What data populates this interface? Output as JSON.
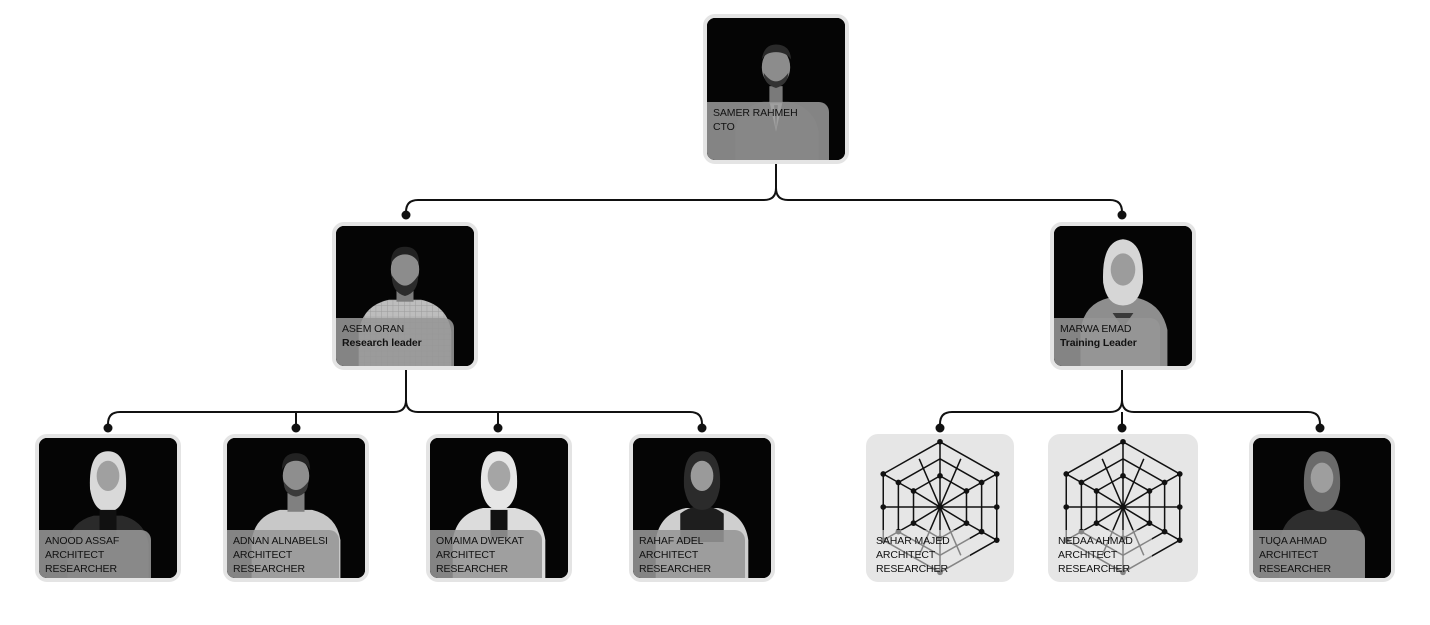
{
  "cto": {
    "name": "SAMER RAHMEH",
    "role": "CTO"
  },
  "leaders": [
    {
      "name": "ASEM ORAN",
      "role": "Research leader"
    },
    {
      "name": "MARWA EMAD",
      "role": "Training Leader"
    }
  ],
  "research_team": [
    {
      "name": "ANOOD ASSAF",
      "role1": "ARCHITECT",
      "role2": "RESEARCHER"
    },
    {
      "name": "ADNAN ALNABELSI",
      "role1": "ARCHITECT",
      "role2": "RESEARCHER"
    },
    {
      "name": "OMAIMA DWEKAT",
      "role1": "ARCHITECT",
      "role2": "RESEARCHER"
    },
    {
      "name": "RAHAF ADEL",
      "role1": "ARCHITECT",
      "role2": "RESEARCHER"
    }
  ],
  "training_team": [
    {
      "name": "SAHAR MAJED",
      "role1": "ARCHITECT",
      "role2": "RESEARCHER"
    },
    {
      "name": "NEDAA AHMAD",
      "role1": "ARCHITECT",
      "role2": "RESEARCHER"
    },
    {
      "name": "TUQA AHMAD",
      "role1": "ARCHITECT",
      "role2": "RESEARCHER"
    }
  ],
  "colors": {
    "connector": "#111111",
    "card_border": "#e4e4e4",
    "caption_bg": "#969696"
  }
}
